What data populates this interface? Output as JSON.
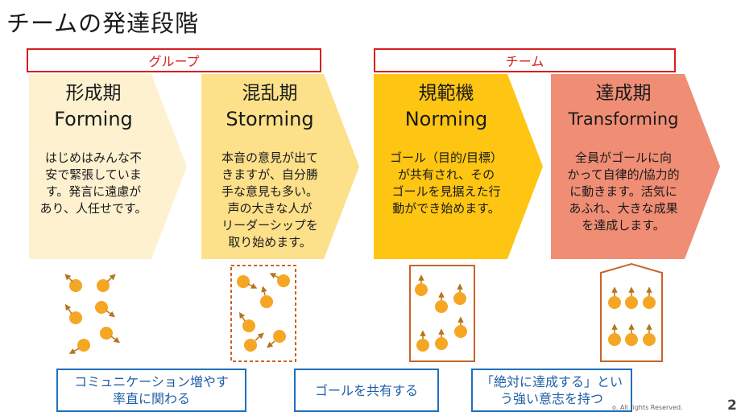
{
  "page": {
    "title": "チームの発達段階",
    "footer": "o. All rights Reserved.",
    "page_number": "2"
  },
  "groups": {
    "group_label": "グループ",
    "team_label": "チーム"
  },
  "stages": [
    {
      "name_ja": "形成期",
      "name_en": "Forming",
      "desc": [
        "はじめはみんな不",
        "安で緊張していま",
        "す。発言に遠慮が",
        "あり、人任せです。"
      ],
      "color": "#fdf1d0"
    },
    {
      "name_ja": "混乱期",
      "name_en": "Storming",
      "desc": [
        "本音の意見が出て",
        "きますが、自分勝",
        "手な意見も多い。",
        "声の大きな人が",
        "リーダーシップを",
        "取り始めます。"
      ],
      "color": "#fde08a"
    },
    {
      "name_ja": "規範機",
      "name_en": "Norming",
      "desc": [
        "ゴール（目的/目標）",
        "が共有され、その",
        "ゴールを見据えた行",
        "動ができ始めます。"
      ],
      "color": "#fec512"
    },
    {
      "name_ja": "達成期",
      "name_en": "Transforming",
      "desc": [
        "全員がゴールに向",
        "かって自律的/協力的",
        "に動きます。活気に",
        "あふれ、大きな成果",
        "を達成します。"
      ],
      "color": "#f08d75"
    }
  ],
  "notes": [
    "コミュニケーション増やす",
    "率直に関わる",
    "ゴールを共有する",
    "「絶対に達成する」とい",
    "う強い意志を持つ"
  ],
  "colors": {
    "accent_red": "#d81e1e",
    "note_blue": "#1f6fbf",
    "dot": "#f5a623",
    "arrow": "#b8741a",
    "frame": "#c8642a"
  },
  "icons": {
    "arrow": "triangle-arrow-icon"
  }
}
